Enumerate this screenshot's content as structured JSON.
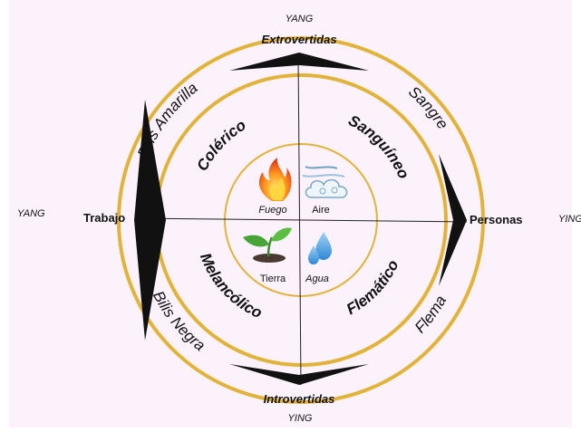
{
  "labels": {
    "yang_top": "YANG",
    "yang_left": "YANG",
    "ying_right": "YING",
    "ying_bottom": "YING",
    "extrovertidas": "Extrovertidas",
    "introvertidas": "Introvertidas",
    "trabajo": "Trabajo",
    "personas": "Personas"
  },
  "humors": {
    "bilis_amarilla": "Bilis Amarilla",
    "sangre": "Sangre",
    "bilis_negra": "Bilis Negra",
    "flema": "Flema"
  },
  "temperaments": {
    "colerico": "Colérico",
    "sanguineo": "Sanguíneo",
    "melancolico": "Melancólico",
    "flematico": "Flemático"
  },
  "elements": {
    "fuego": "Fuego",
    "aire": "Aire",
    "tierra": "Tierra",
    "agua": "Agua"
  },
  "icons": {
    "fuego": "fire-icon",
    "aire": "wind-cloud-icon",
    "tierra": "plant-sprout-icon",
    "agua": "water-drops-icon"
  },
  "colors": {
    "background": "#fbf2fb",
    "ring_gold": "#e2b33a",
    "arrow": "#111111"
  }
}
